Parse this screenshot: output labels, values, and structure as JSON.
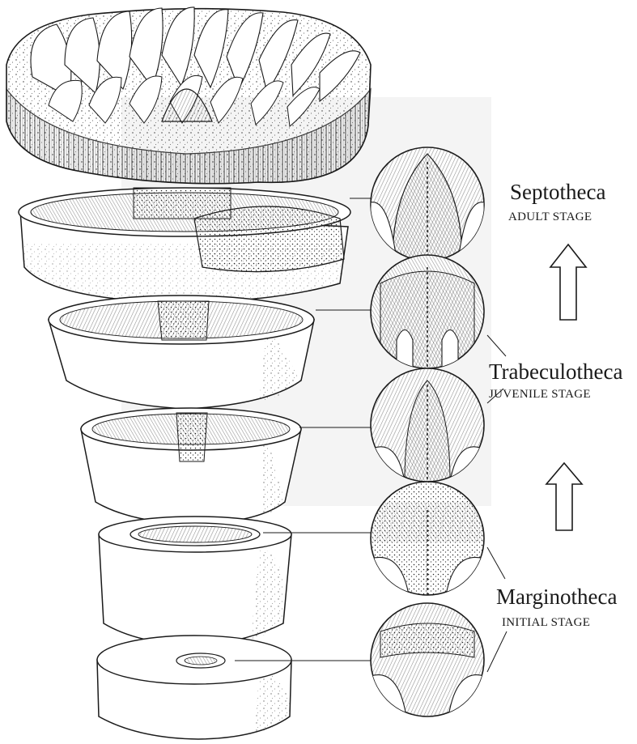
{
  "stages": [
    {
      "title": "Septotheca",
      "subtitle": "ADULT STAGE"
    },
    {
      "title": "Trabeculotheca",
      "subtitle": "JUVENILE STAGE"
    },
    {
      "title": "Marginotheca",
      "subtitle": "INITIAL STAGE"
    }
  ],
  "icons": {
    "arrow_upper": "up-arrow-icon",
    "arrow_lower": "up-arrow-icon"
  },
  "colors": {
    "ink": "#1a1a1a",
    "paper": "#ffffff",
    "panel_shade": "#f4f4f4"
  }
}
